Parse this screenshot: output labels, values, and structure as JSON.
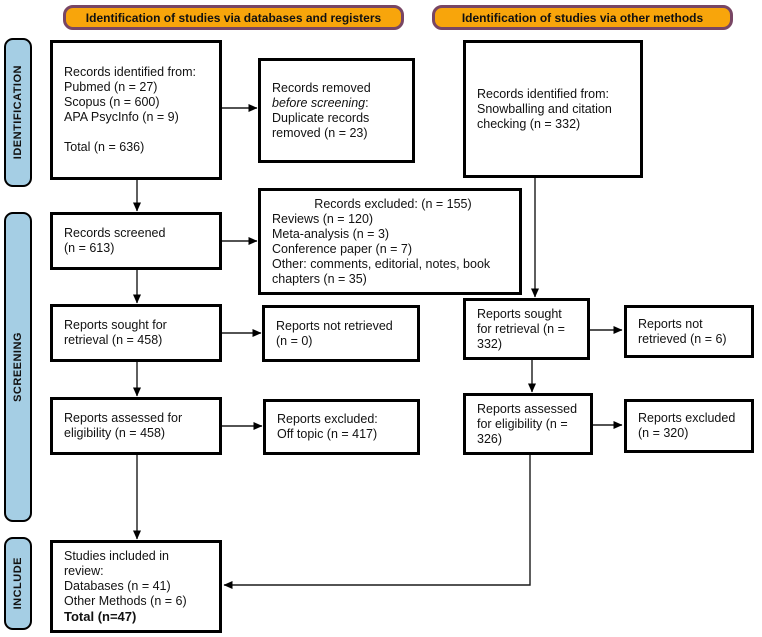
{
  "headers": {
    "databases": "Identification of studies via databases and registers",
    "other": "Identification of studies via other methods"
  },
  "sidebar": {
    "identification": "IDENTIFICATION",
    "screening": "SCREENING",
    "include": "INCLUDE"
  },
  "boxes": {
    "db_identified": {
      "line1": "Records identified from:",
      "line2": "Pubmed (n = 27)",
      "line3": "Scopus (n = 600)",
      "line4": "APA PsycInfo (n = 9)",
      "line5": "",
      "line6": "Total (n = 636)"
    },
    "records_removed": {
      "line1": "Records removed",
      "line2_italic": "before screening",
      "line2_rest": ":",
      "line3": "Duplicate records",
      "line4": "removed  (n = 23)"
    },
    "other_identified": {
      "line1": "Records identified from:",
      "line2": "Snowballing and citation",
      "line3": "checking (n = 332)"
    },
    "records_screened": {
      "line1": "Records screened",
      "line2": "(n = 613)"
    },
    "records_excluded": {
      "title": "Records excluded: (n = 155)",
      "line2": "Reviews (n = 120)",
      "line3": "Meta-analysis (n = 3)",
      "line4": "Conference paper (n = 7)",
      "line5": "Other: comments, editorial, notes, book chapters (n = 35)"
    },
    "db_sought": {
      "line1": "Reports sought for",
      "line2": "retrieval (n = 458)"
    },
    "db_not_retrieved": {
      "line1": "Reports not retrieved",
      "line2": "(n = 0)"
    },
    "other_sought": {
      "line1": "Reports sought",
      "line2": "for retrieval (n =",
      "line3": "332)"
    },
    "other_not_retrieved": {
      "line1": "Reports not",
      "line2": "retrieved (n = 6)"
    },
    "db_assessed": {
      "line1": "Reports assessed for",
      "line2": "eligibility (n = 458)"
    },
    "db_excluded": {
      "line1": "Reports excluded:",
      "line2": "Off topic (n = 417)"
    },
    "other_assessed": {
      "line1": "Reports assessed",
      "line2": "for eligibility (n =",
      "line3": "326)"
    },
    "other_excluded": {
      "line1": "Reports excluded",
      "line2": "(n = 320)"
    },
    "included": {
      "line1": "Studies included in",
      "line2": "review:",
      "line3": "Databases (n = 41)",
      "line4": "Other Methods (n = 6)",
      "line5_bold": "Total (n=47)"
    }
  },
  "colors": {
    "header_fill": "#F8A50B",
    "header_border": "#784664",
    "sidebar_fill": "#A5CEE4"
  }
}
